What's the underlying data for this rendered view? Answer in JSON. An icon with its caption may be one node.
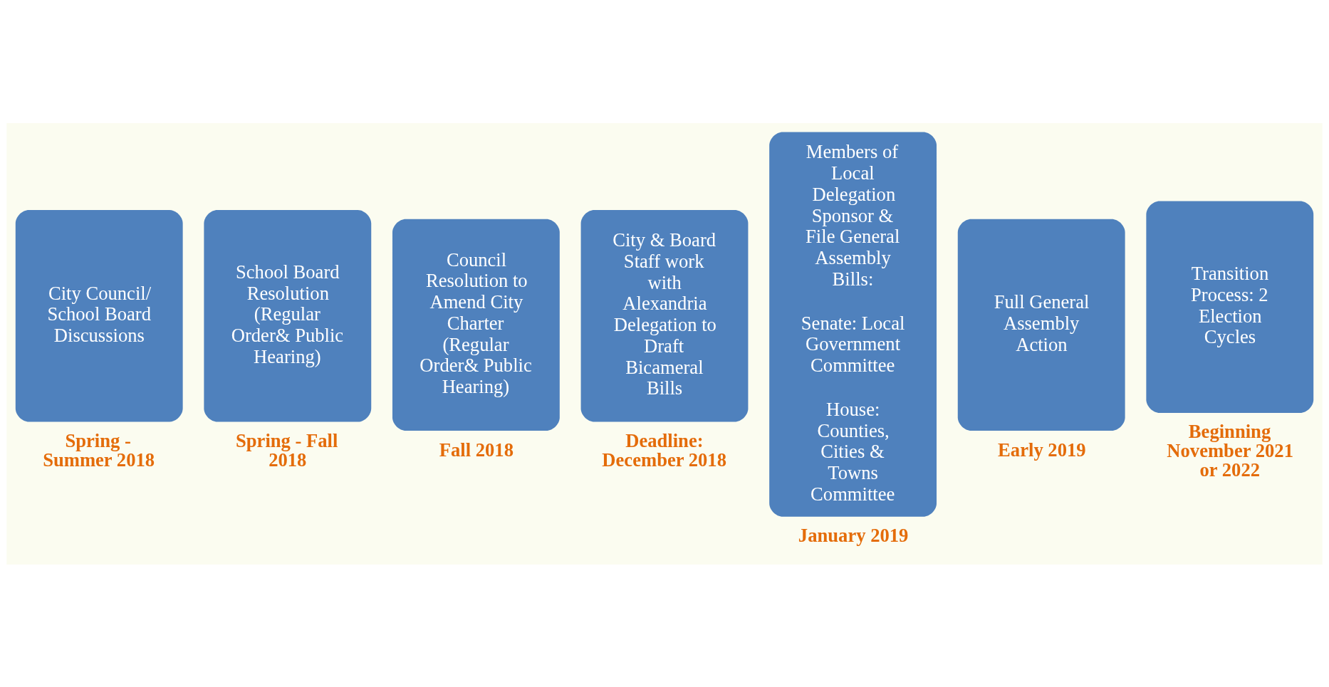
{
  "diagram": {
    "nodes": [
      {
        "text": [
          "City Council/ School Board Discussions"
        ],
        "beside": [
          "Spring - Summer 2018"
        ]
      },
      {
        "text": [
          "School Board Resolution (Regular Order& Public Hearing)"
        ],
        "beside": [
          "Spring - Fall 2018"
        ]
      },
      {
        "text": [
          "Council Resolution to Amend City Charter (Regular Order& Public Hearing)"
        ],
        "beside": [
          "Fall 2018"
        ]
      },
      {
        "text": [
          "City & Board Staff work with Alexandria Delegation to Draft Bicameral Bills"
        ],
        "beside": [
          "Deadline: December 2018"
        ]
      },
      {
        "text": [
          "Members of Local Delegation Sponsor & File General Assembly Bills:",
          "Senate: Local Government Committee",
          "House: Counties, Cities & Towns Committee"
        ],
        "beside": [
          "January 2019"
        ]
      },
      {
        "text": [
          "Full General Assembly Action"
        ],
        "beside": [
          "Early 2019"
        ]
      },
      {
        "text": [
          "Transition Process: 2 Election Cycles"
        ],
        "beside": [
          "Beginning November 2021 or 2022"
        ]
      }
    ]
  }
}
